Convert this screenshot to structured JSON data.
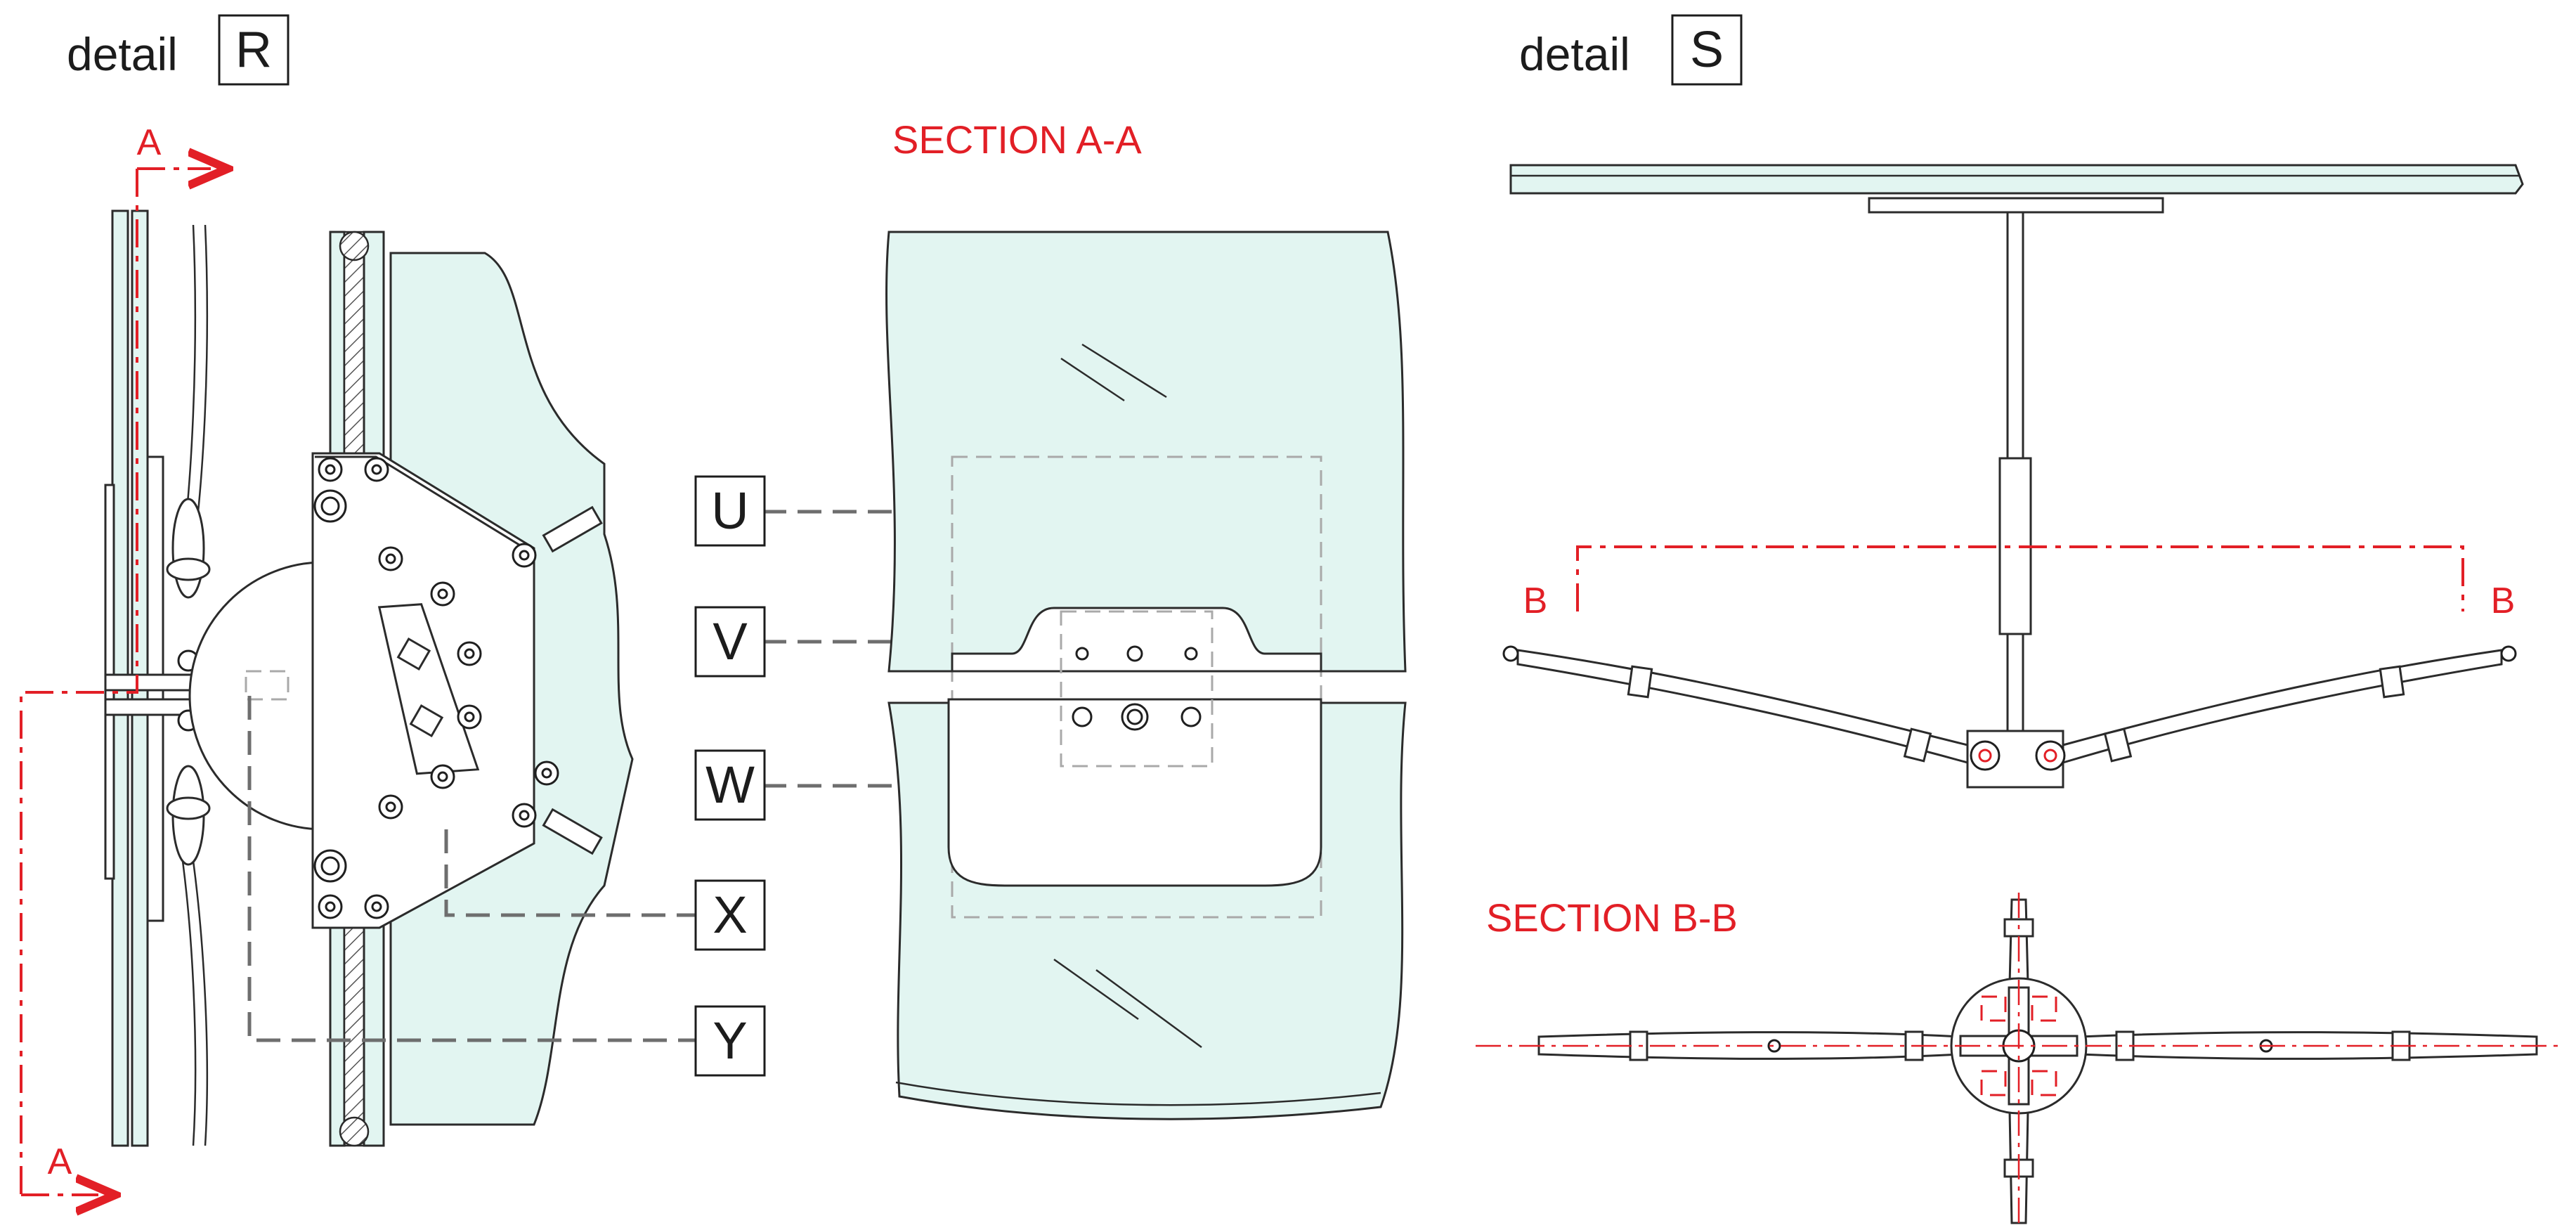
{
  "detail_r": {
    "word": "detail",
    "letter": "R"
  },
  "detail_s": {
    "word": "detail",
    "letter": "S"
  },
  "section_aa": {
    "title": "SECTION A-A",
    "marker": "A"
  },
  "section_bb": {
    "title": "SECTION B-B",
    "marker": "B"
  },
  "callouts": [
    "U",
    "V",
    "W",
    "X",
    "Y"
  ],
  "colors": {
    "glass": "#e2f5f1",
    "red_annotation": "#e21f26",
    "line": "#2b2b2b",
    "leader": "#6e6e6e"
  }
}
